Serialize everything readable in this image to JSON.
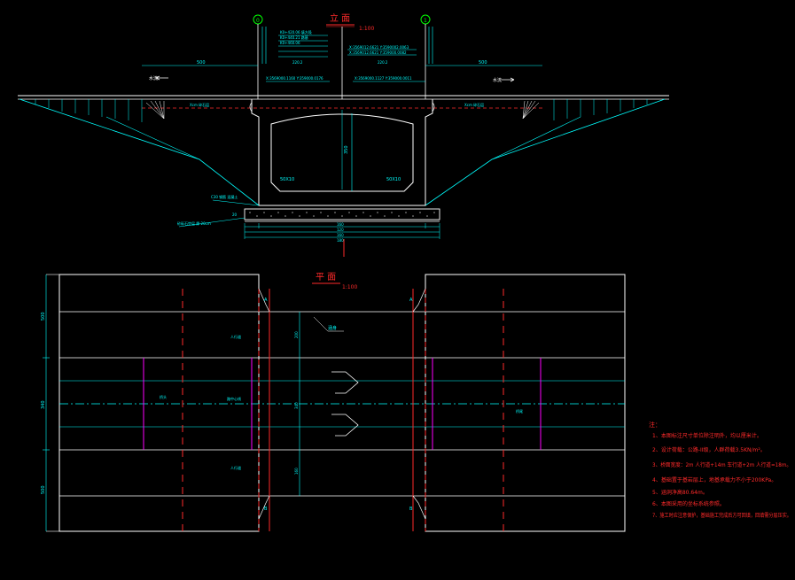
{
  "elevation": {
    "title": "立 面",
    "scale": "1:100",
    "axis_left": "0",
    "axis_right": "1",
    "dim_left": "500",
    "dim_right": "500",
    "dim_box_height": "350",
    "dim_box_w_left": "50X10",
    "dim_box_w_right": "50X10",
    "dim_base_top": "20",
    "dim_base_1": "160",
    "dim_base_2": "120",
    "dim_base_3": "160",
    "dim_base_4": "180",
    "label_fill_left": "Xcm 碎石层",
    "label_fill_right": "Xcm 碎石层",
    "label_base_1": "C30 钢筋 混凝土",
    "label_base_2": "砂砾石垫层 厚 20cm",
    "label_flow_left": "水流",
    "label_flow_right": "水流",
    "label_top_1": "K0+420.06 填方段",
    "label_top_2": "K0+440.21 路基",
    "label_top_3": "K0+460.06",
    "label_mid_left": "X:3569000.1160  Y:359000.0176",
    "label_mid_right": "X:3569000.1127  Y:359000.0011",
    "label_axis_left": "X:3569012.6621  Y:3590002.0063",
    "label_axis_right": "X:3569012.6621  Y:359000.0082",
    "label_small_left": "220.2",
    "label_small_right": "220.2"
  },
  "plan": {
    "title": "平 面",
    "scale": "1:100",
    "dim_top": "500",
    "dim_mid": "340",
    "dim_bottom": "500",
    "dim_v_1": "200",
    "dim_v_2": "340",
    "dim_v_3": "160",
    "label_road_top": "人行道",
    "label_road_bottom": "人行道",
    "label_centerline": "路中心线",
    "label_left": "桥头",
    "label_right": "桥尾",
    "label_callout": "涵身",
    "mark_tl": "A",
    "mark_tr": "A",
    "mark_bl": "B",
    "mark_br": "B"
  },
  "notes": {
    "title": "注：",
    "items": [
      "1、本图标注尺寸单位除注明外，均以厘米计。",
      "2、设计荷载：公路-II级，人群荷载3.5KN/m²。",
      "3、桥面宽度：2m 人行道+14m 车行道+2m 人行道=18m。",
      "4、基础置于基岩层上，地基承载力不小于200KPa。",
      "5、涵洞净高80.64m。",
      "6、本图采用的坐标系统参照。",
      "7、施工时应注意保护，基础施工完成后方可回填，回填需分层压实。"
    ]
  },
  "colors": {
    "cyan": "#00ffff",
    "white": "#ffffff",
    "red": "#ff2a2a",
    "magenta": "#ff00ff",
    "green": "#00ff00",
    "yellow": "#ffff00"
  }
}
